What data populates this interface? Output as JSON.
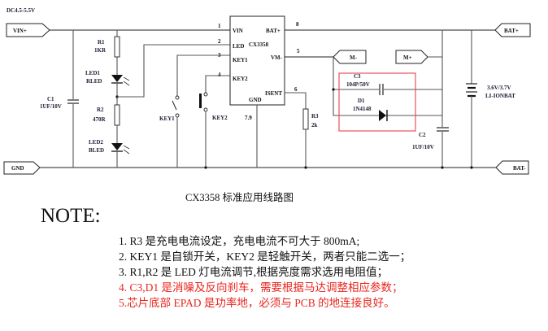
{
  "schematic": {
    "supply_label": "DC4.5-5.5V",
    "ports": {
      "vin": "VIN+",
      "gnd": "GND",
      "bat_plus": "BAT+",
      "bat_minus": "BAT-",
      "m_minus": "M-",
      "m_plus": "M+"
    },
    "ic": {
      "name": "CX3358",
      "pins": [
        {
          "num": "1",
          "name": "VIN"
        },
        {
          "num": "2",
          "name": "LED"
        },
        {
          "num": "3",
          "name": "KEY1"
        },
        {
          "num": "4",
          "name": "KEY2"
        },
        {
          "num": "8",
          "name": "BAT+"
        },
        {
          "num": "5",
          "name": "VM-"
        },
        {
          "num": "6",
          "name": "ISENT"
        },
        {
          "num": "7.9",
          "name": "GND"
        }
      ]
    },
    "components": {
      "r1": {
        "ref": "R1",
        "value": "1KR"
      },
      "r2": {
        "ref": "R2",
        "value": "470R"
      },
      "r3": {
        "ref": "R3",
        "value": "2k"
      },
      "c1": {
        "ref": "C1",
        "value": "1UF/10V"
      },
      "c2": {
        "ref": "C2",
        "value": "1UF/10V"
      },
      "c3": {
        "ref": "C3",
        "value": "104P/50V"
      },
      "d1": {
        "ref": "D1",
        "value": "1N4148"
      },
      "led1": {
        "ref": "LED1",
        "value": "RLED"
      },
      "led2": {
        "ref": "LED2",
        "value": "BLED"
      },
      "key1": {
        "ref": "KEY1"
      },
      "key2": {
        "ref": "KEY2"
      },
      "battery": {
        "line1": "3.6V/3.7V",
        "line2": "LI-IONBAT"
      }
    },
    "highlight_color": "#e8424a"
  },
  "caption": "CX3358 标准应用线路图",
  "note": {
    "title": "NOTE:",
    "lines": [
      {
        "text": "1. R3 是充电电流设定，充电电流不可大于 800mA;",
        "color": "black"
      },
      {
        "text": "2. KEY1 是自锁开关，KEY2  是轻触开关，两者只能二选一；",
        "color": "black"
      },
      {
        "text": "3. R1,R2 是 LED 灯电流调节,根据亮度需求选用电阻值；",
        "color": "black"
      },
      {
        "text": "4. C3,D1 是消噪及反向刹车，需要根据马达调整相应参数；",
        "color": "red"
      },
      {
        "text": "5.芯片底部 EPAD 是功率地，必须与 PCB 的地连接良好。",
        "color": "red"
      }
    ]
  }
}
